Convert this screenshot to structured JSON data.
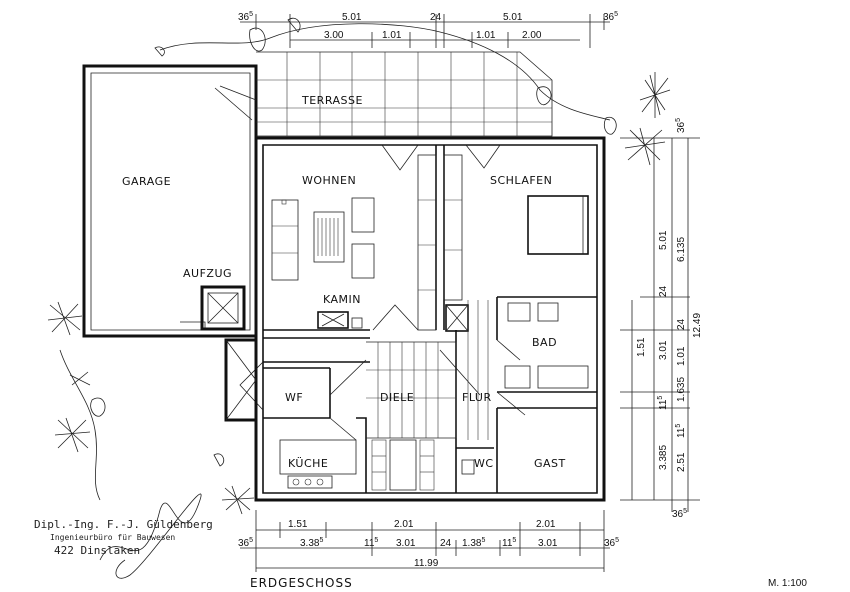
{
  "rooms": {
    "terrace": "TERRASSE",
    "garage": "GARAGE",
    "lift": "AUFZUG",
    "living": "WOHNEN",
    "fireplace": "KAMIN",
    "bedroom": "SCHLAFEN",
    "bath": "BAD",
    "wf": "WF",
    "hall": "DIELE",
    "corridor": "FLUR",
    "kitchen": "KÜCHE",
    "wc": "WC",
    "guest": "GAST"
  },
  "top_dims": {
    "d365_left": "36",
    "d365_left_sup": "5",
    "d501_left": "5.01",
    "d24": "24",
    "d501_right": "5.01",
    "d365_right": "36",
    "d365_right_sup": "5",
    "d300": "3.00",
    "d101_a": "1.01",
    "d101_b": "1.01",
    "d200": "2.00"
  },
  "right_dims": {
    "d365_top": "36",
    "d365_top_sup": "5",
    "d501": "5.01",
    "d6135": "6.135",
    "d24_a": "24",
    "d151": "1.51",
    "d301": "3.01",
    "d24_b": "24",
    "d101": "1.01",
    "d1249": "12.49",
    "d1635": "1.635",
    "d115_a": "11",
    "d115_a_sup": "5",
    "d115_b": "11",
    "d115_b_sup": "5",
    "d3385": "3.385",
    "d251": "2.51",
    "d365_bottom": "36",
    "d365_bottom_sup": "5"
  },
  "bottom_dims": {
    "d151": "1.51",
    "d201_a": "2.01",
    "d201_b": "2.01",
    "d365_left": "36",
    "d365_left_sup": "5",
    "d3385": "3.38",
    "d3385_sup": "5",
    "d115_a": "11",
    "d115_a_sup": "5",
    "d301_a": "3.01",
    "d24": "24",
    "d1385": "1.38",
    "d1385_sup": "5",
    "d115_b": "11",
    "d115_b_sup": "5",
    "d301_b": "3.01",
    "d365_right": "36",
    "d365_right_sup": "5",
    "d1199": "11.99"
  },
  "title": "ERDGESCHOSS",
  "scale": "M. 1:100",
  "stamp": {
    "line1": "Dipl.-Ing. F.-J. Güldenberg",
    "line2": "Ingenieurbüro für Bauwesen",
    "line3": "422 Dinslaken"
  }
}
